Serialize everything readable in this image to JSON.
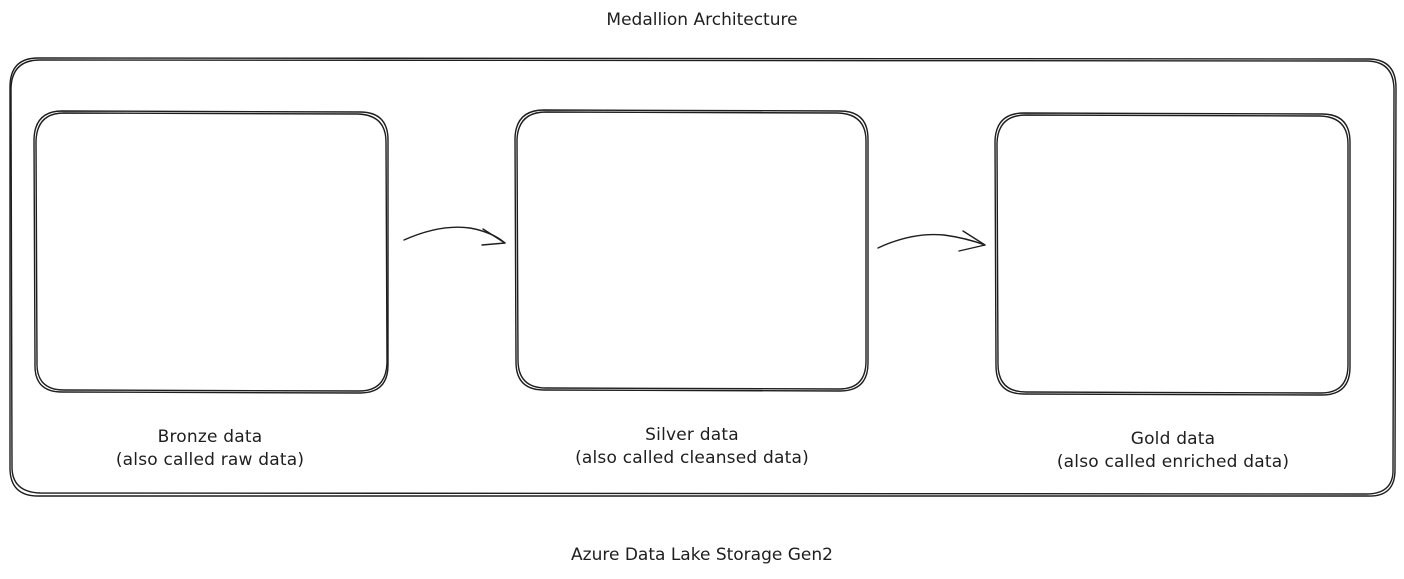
{
  "diagram": {
    "title": "Medallion Architecture",
    "container_label": "Azure Data Lake Storage Gen2",
    "tiers": [
      {
        "name": "Bronze data",
        "description": "(also called raw data)"
      },
      {
        "name": "Silver data",
        "description": "(also called cleansed data)"
      },
      {
        "name": "Gold data",
        "description": "(also called enriched data)"
      }
    ]
  }
}
